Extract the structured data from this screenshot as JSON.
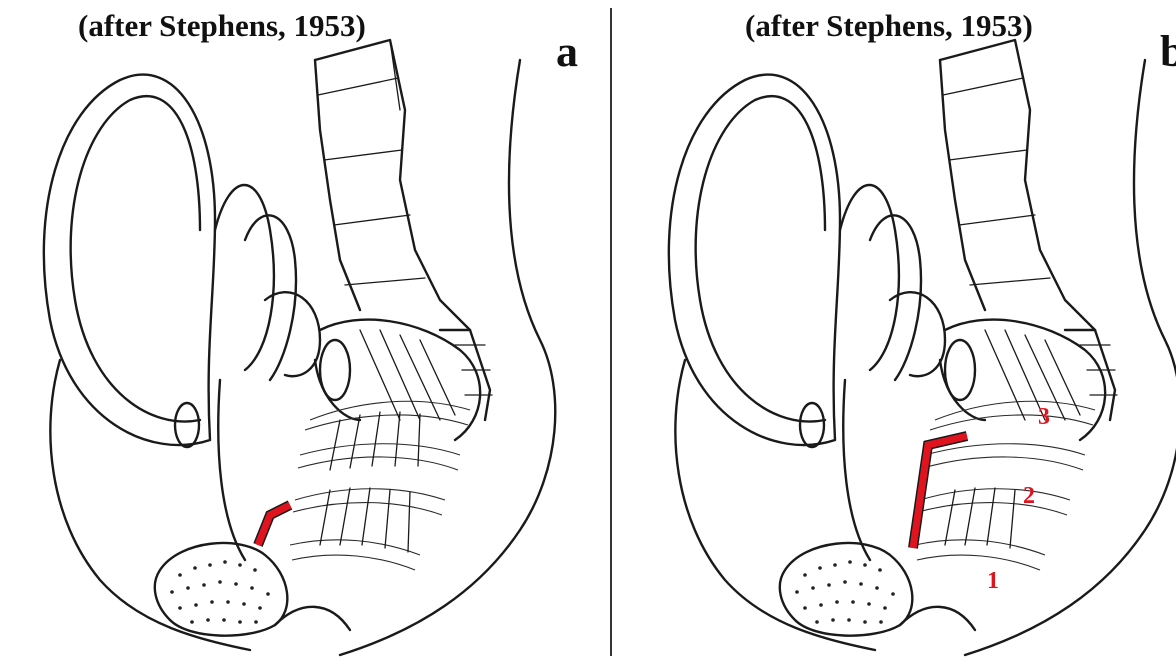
{
  "panels": [
    {
      "id": "a",
      "caption": "(after Stephens, 1953)",
      "letter": "a"
    },
    {
      "id": "b",
      "caption": "(after Stephens, 1953)",
      "letter": "b",
      "labels": [
        "1",
        "2",
        "3"
      ]
    }
  ],
  "colors": {
    "marker": "#e0141e",
    "ink": "#1a1a1a",
    "background": "#ffffff"
  }
}
